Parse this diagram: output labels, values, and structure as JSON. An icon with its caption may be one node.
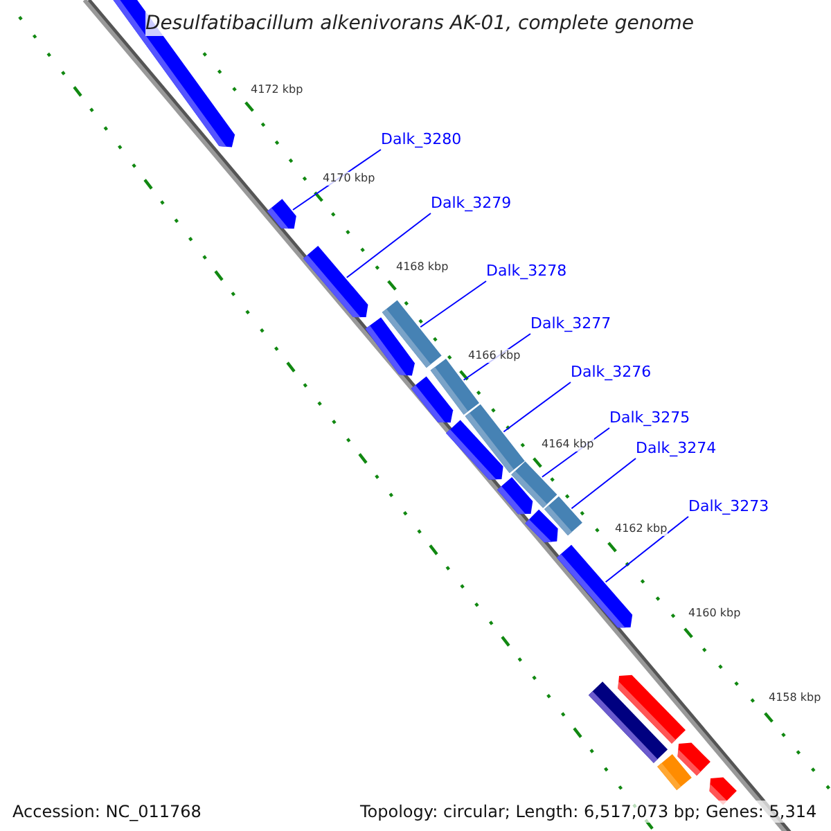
{
  "diagram": {
    "title": "Desulfatibacillum alkenivorans AK-01, complete genome",
    "nodes": [
      {
        "text": [],
        "shape": "arrow"
      },
      {
        "text": [],
        "shape": "arrow"
      },
      {
        "text": [],
        "shape": "arrow"
      },
      {
        "text": [],
        "shape": "arrow"
      },
      {
        "text": [],
        "shape": "arrow"
      },
      {
        "text": [],
        "shape": "arrow"
      },
      {
        "text": [],
        "shape": "arrow"
      },
      {
        "text": [],
        "shape": "arrow"
      },
      {
        "text": [],
        "shape": "arrow"
      },
      {
        "text": [],
        "shape": "arrow"
      },
      {
        "text": [],
        "shape": "arrow"
      },
      {
        "text": [],
        "shape": "arrow"
      },
      {
        "text": [],
        "shape": "arrow"
      },
      {
        "text": [],
        "shape": "arrow"
      },
      {
        "text": [],
        "shape": "arrow"
      },
      {
        "text": [],
        "shape": "arrow"
      },
      {
        "text": [],
        "shape": "arrow"
      },
      {
        "text": [],
        "shape": "arrow"
      },
      {
        "text": [],
        "shape": "arrow"
      },
      {
        "text": [
          "Dalk_3280"
        ]
      },
      {
        "text": [
          "Dalk_3279"
        ]
      },
      {
        "text": [
          "Dalk_3278"
        ]
      },
      {
        "text": [
          "Dalk_3277"
        ]
      },
      {
        "text": [
          "Dalk_3276"
        ]
      },
      {
        "text": [
          "Dalk_3275"
        ]
      },
      {
        "text": [
          "Dalk_3274"
        ]
      },
      {
        "text": [
          "Dalk_3273"
        ]
      }
    ],
    "edges": [
      {
        "from": 19,
        "to": 1,
        "arrow": "none"
      },
      {
        "from": 20,
        "to": 2,
        "arrow": "none"
      },
      {
        "from": 21,
        "to": 3,
        "arrow": "none"
      },
      {
        "from": 22,
        "to": 5,
        "arrow": "none"
      },
      {
        "from": 23,
        "to": 7,
        "arrow": "none"
      },
      {
        "from": 24,
        "to": 9,
        "arrow": "none"
      },
      {
        "from": 25,
        "to": 11,
        "arrow": "none"
      },
      {
        "from": 26,
        "to": 13,
        "arrow": "none"
      }
    ],
    "labels": [
      "4172 kbp",
      "4170 kbp",
      "4168 kbp",
      "4166 kbp",
      "4164 kbp",
      "4162 kbp",
      "4160 kbp",
      "4158 kbp",
      "Accession: NC_011768",
      "Topology: circular; Length: 6,517,073 bp; Genes: 5,314"
    ]
  }
}
